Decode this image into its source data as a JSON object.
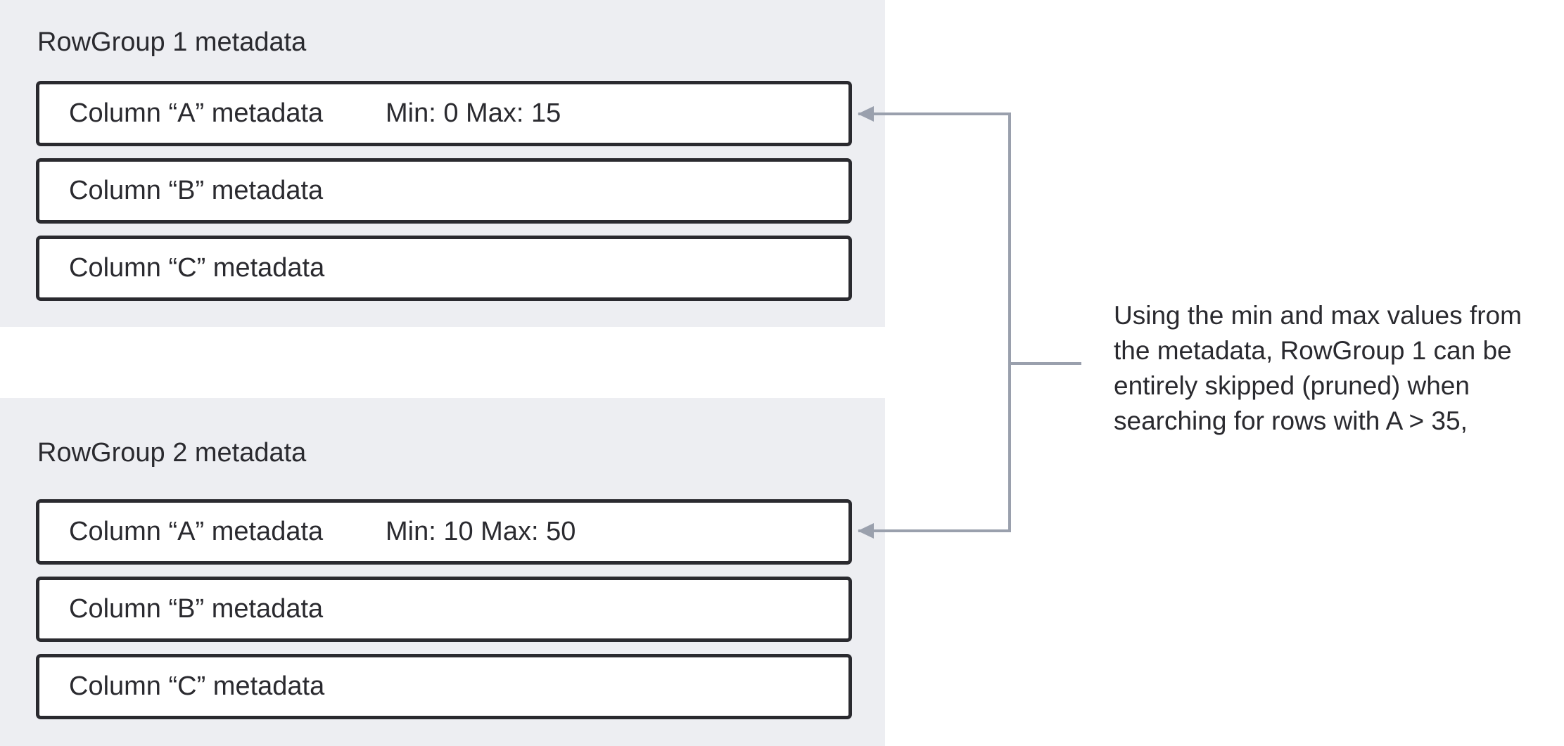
{
  "rowgroups": [
    {
      "title": "RowGroup 1 metadata",
      "columns": [
        {
          "label": "Column “A” metadata",
          "stats": "Min: 0 Max: 15"
        },
        {
          "label": "Column “B” metadata",
          "stats": ""
        },
        {
          "label": "Column “C” metadata",
          "stats": ""
        }
      ]
    },
    {
      "title": "RowGroup 2 metadata",
      "columns": [
        {
          "label": "Column “A” metadata",
          "stats": "Min: 10 Max: 50"
        },
        {
          "label": "Column “B” metadata",
          "stats": ""
        },
        {
          "label": "Column “C” metadata",
          "stats": ""
        }
      ]
    }
  ],
  "annotation": {
    "lines": [
      "Using the min and max values from",
      "the metadata, RowGroup 1 can be",
      "entirely skipped (pruned) when",
      "searching for rows with A > 35,"
    ]
  },
  "colors": {
    "panel_background": "#edeef2",
    "box_border": "#2a2a2f",
    "connector": "#9aa0ad"
  }
}
